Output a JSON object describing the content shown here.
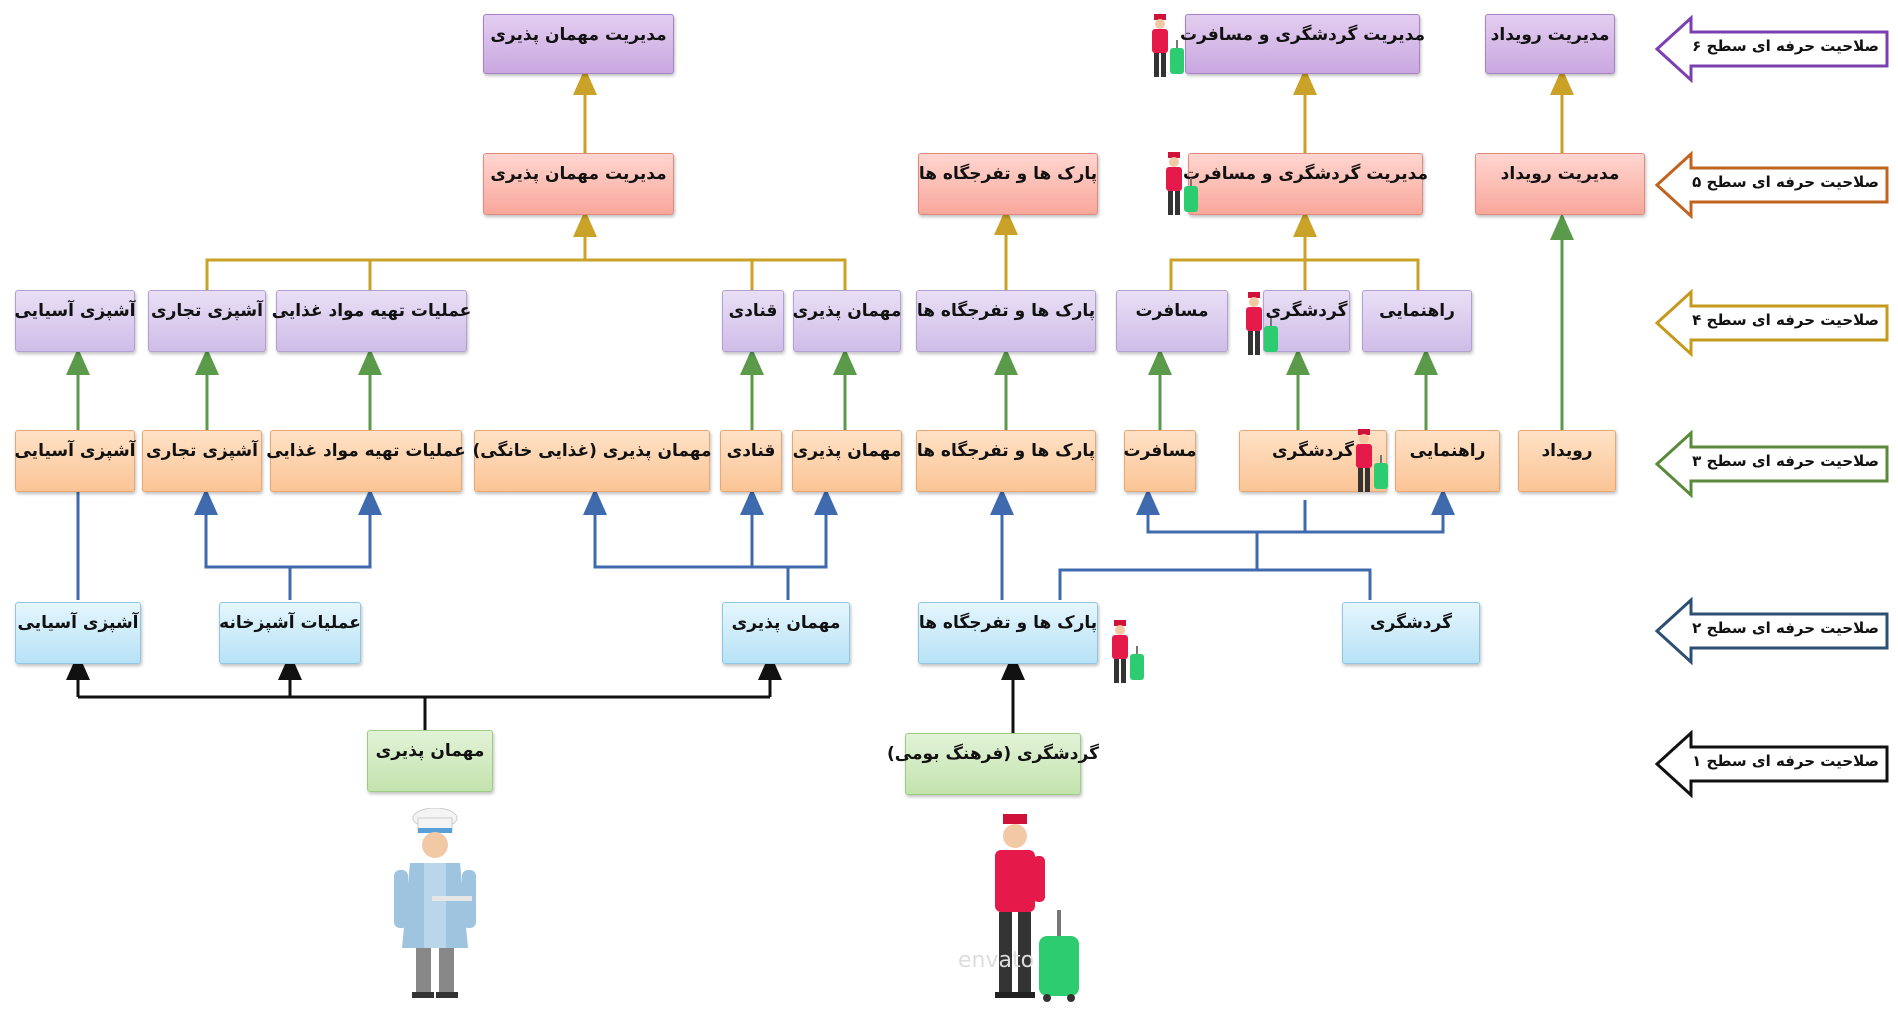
{
  "levels": [
    "صلاحیت حرفه ای سطح ۶",
    "صلاحیت حرفه ای سطح ۵",
    "صلاحیت حرفه ای سطح ۴",
    "صلاحیت حرفه ای سطح ۳",
    "صلاحیت حرفه ای سطح ۲",
    "صلاحیت حرفه ای سطح ۱"
  ],
  "colors": {
    "level6": "#7b3fb0",
    "level5": "#c0641f",
    "level4": "#c49a1c",
    "level3": "#5a8a3a",
    "level2": "#2d4f73",
    "level1": "#111111",
    "connector_gold": "#c9a227",
    "connector_green": "#5a9a4a",
    "connector_blue": "#3f6aad",
    "connector_black": "#111111"
  },
  "level6": {
    "hospitality_management": "مدیریت مهمان پذیری",
    "tourism_travel_management": "مدیریت گردشگری و مسافرت",
    "event_management": "مدیریت رویداد"
  },
  "level5": {
    "hospitality_management": "مدیریت مهمان پذیری",
    "parks": "پارک ها و تفرجگاه ها",
    "tourism_travel_management": "مدیریت گردشگری و مسافرت",
    "event_management": "مدیریت رویداد"
  },
  "level4": {
    "asian_cooking": "آشپزی آسیایی",
    "commercial_cooking": "آشپزی تجاری",
    "food_prep": "عملیات تهیه مواد غذایی",
    "pastry": "قنادی",
    "hospitality": "مهمان پذیری",
    "parks": "پارک ها و تفرجگاه ها",
    "travel": "مسافرت",
    "tourism": "گردشگری",
    "guiding": "راهنمایی"
  },
  "level3": {
    "asian_cooking": "آشپزی آسیایی",
    "commercial_cooking": "آشپزی تجاری",
    "food_prep": "عملیات تهیه مواد غذایی",
    "homestay": "مهمان پذیری (غذایی خانگی)",
    "pastry": "قنادی",
    "hospitality": "مهمان پذیری",
    "parks": "پارک ها و تفرجگاه ها",
    "travel": "مسافرت",
    "tourism": "گردشگری",
    "guiding": "راهنمایی",
    "event": "رویداد"
  },
  "level2": {
    "asian_cooking": "آشپزی آسیایی",
    "kitchen_ops": "عملیات آشپزخانه",
    "hospitality": "مهمان پذیری",
    "parks": "پارک ها و تفرجگاه ها",
    "tourism": "گردشگری"
  },
  "level1": {
    "hospitality": "مهمان پذیری",
    "tourism_local_culture": "گردشگری (فرهنگ بومی)"
  },
  "watermark": "envato",
  "icons": {
    "chef": "chef-figure-icon",
    "bellhop": "bellhop-luggage-icon"
  }
}
